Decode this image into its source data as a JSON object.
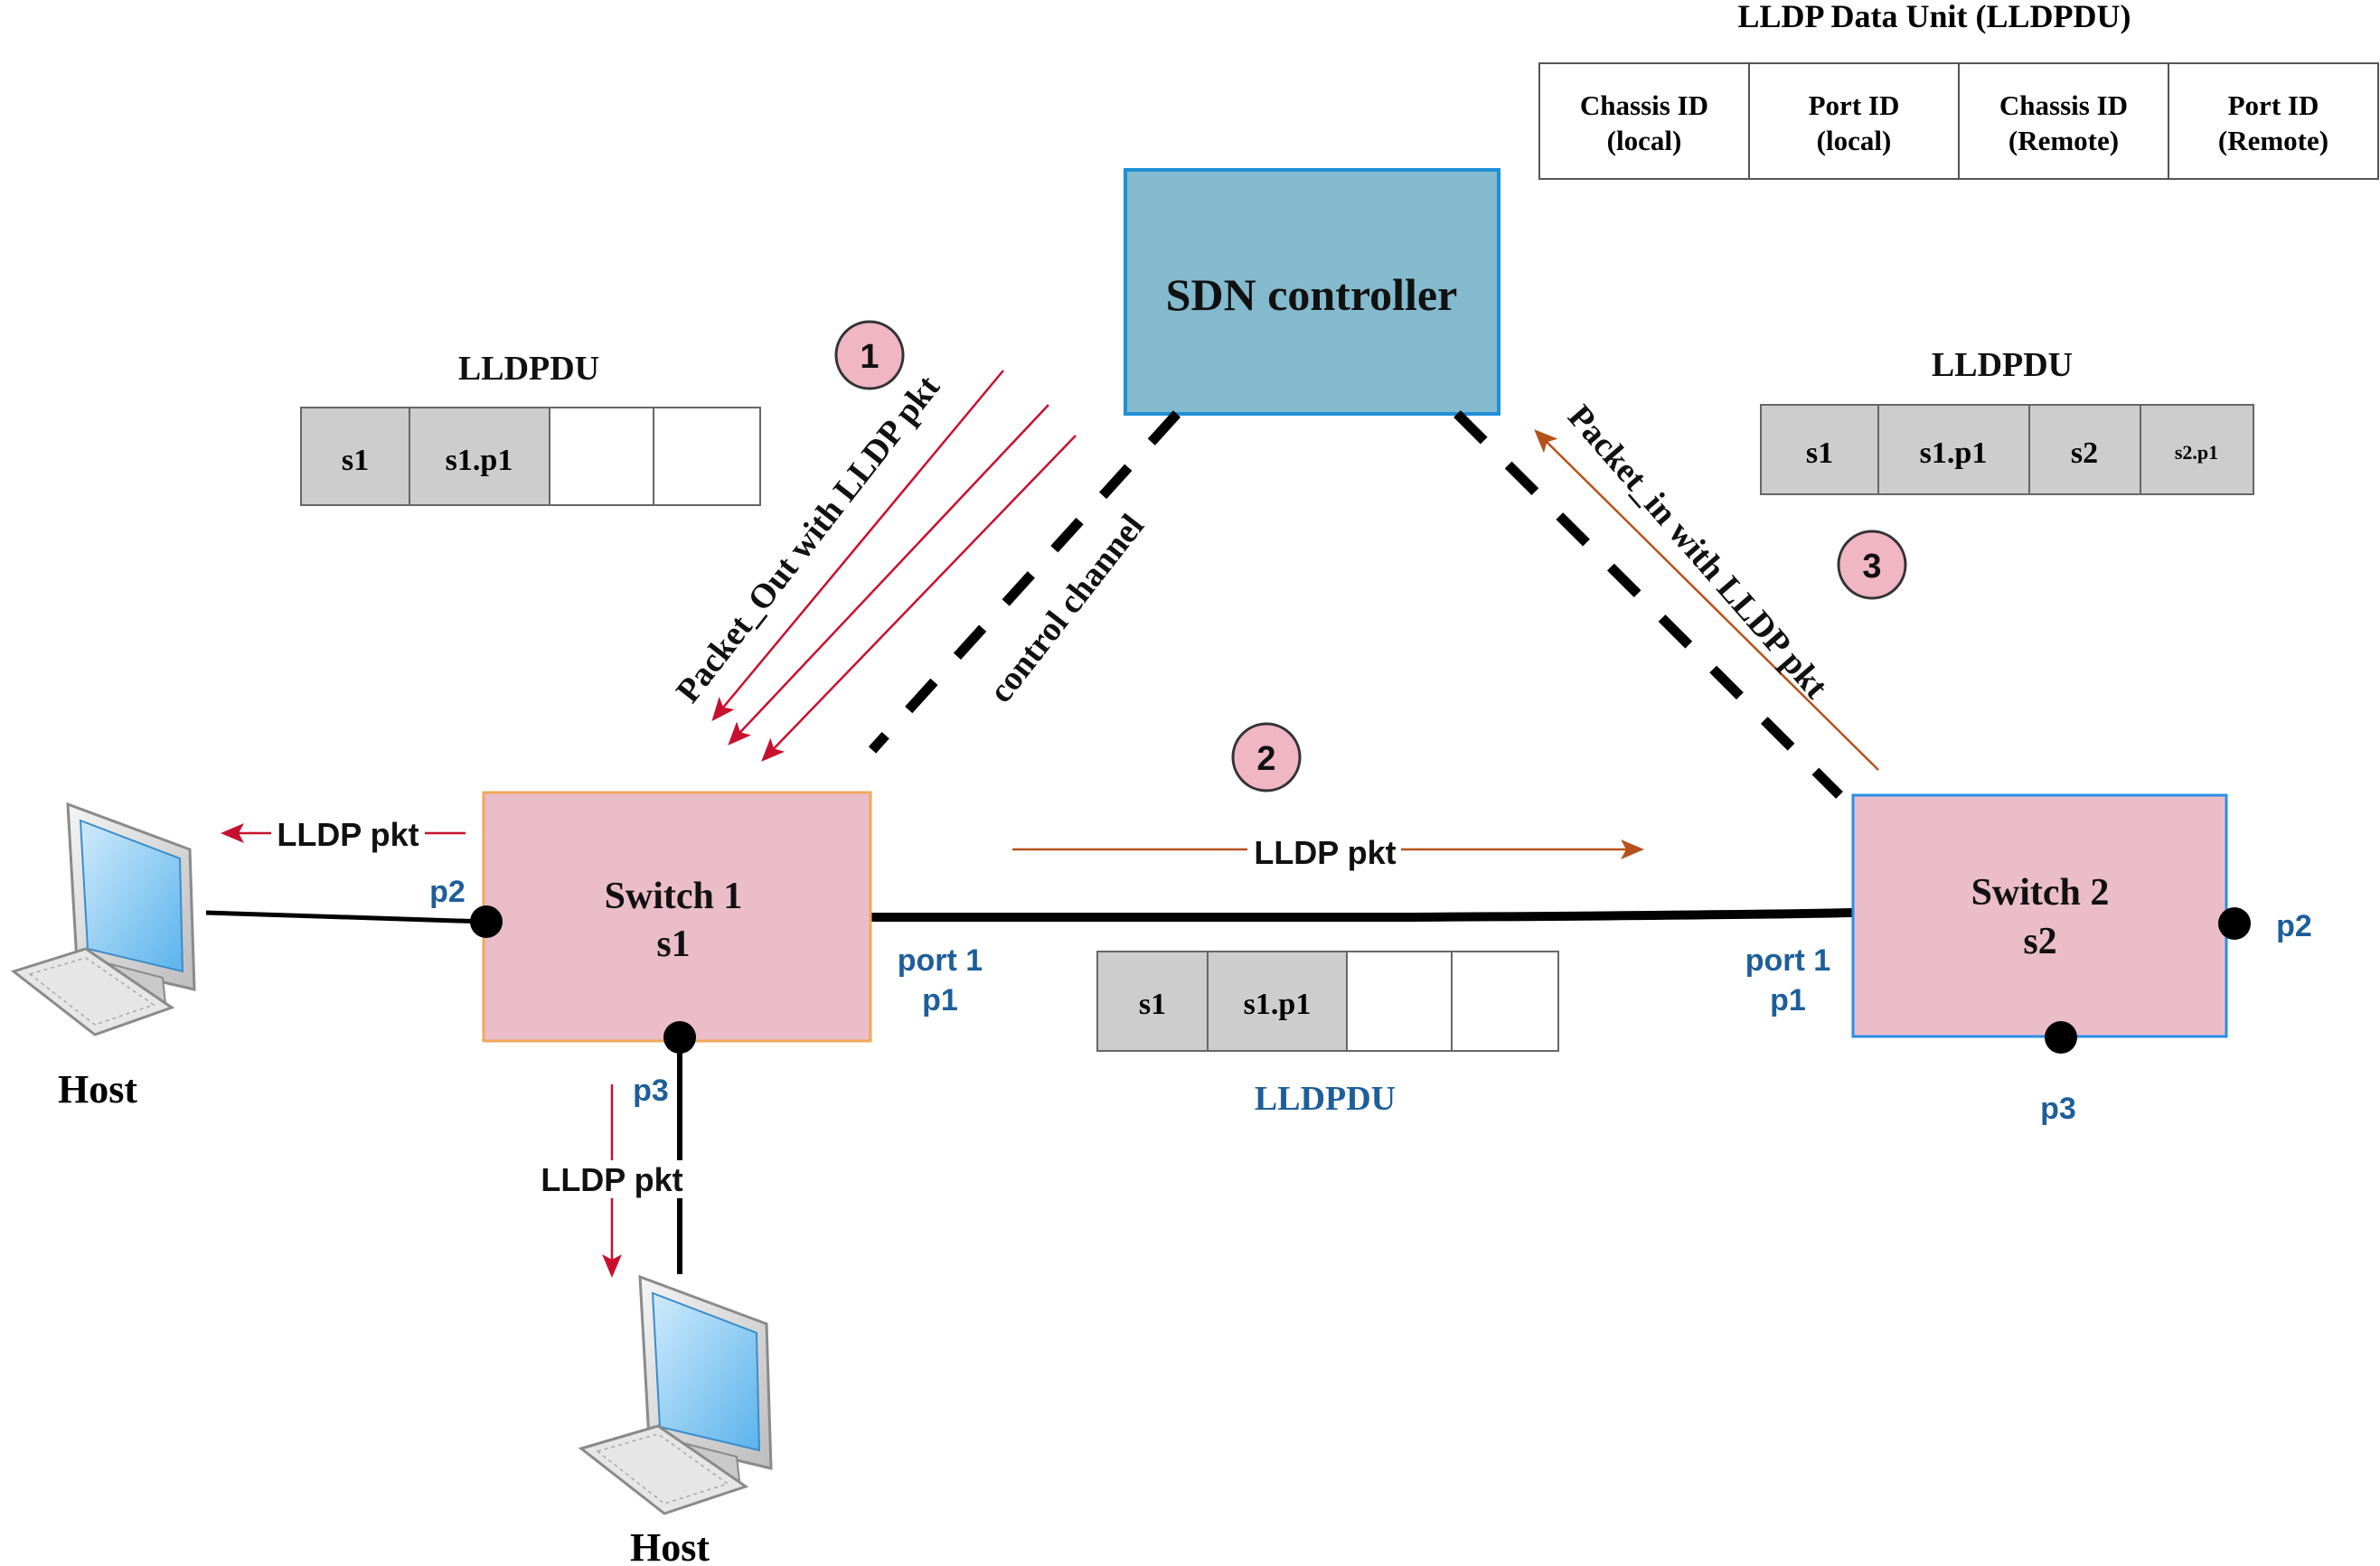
{
  "colors": {
    "controller_fill": "#84BACD",
    "controller_stroke": "#1F8FD6",
    "switch_fill": "#EBBDC9",
    "switch1_stroke": "#F2A85A",
    "switch2_stroke": "#2A8EE6",
    "pdu_filled": "#CDCDCD",
    "pdu_empty": "#FFFFFF",
    "badge_fill": "#F0B6C3",
    "port_label": "#1E5E9A",
    "red_arrow": "#C8102E",
    "brown_arrow": "#B5521B",
    "line": "#000000"
  },
  "header": {
    "title": "LLDP Data Unit (LLDPDU)",
    "fields": [
      {
        "line1": "Chassis ID",
        "line2": "(local)"
      },
      {
        "line1": "Port ID",
        "line2": "(local)"
      },
      {
        "line1": "Chassis ID",
        "line2": "(Remote)"
      },
      {
        "line1": "Port ID",
        "line2": "(Remote)"
      }
    ]
  },
  "controller": {
    "label": "SDN controller"
  },
  "switch1": {
    "line1": "Switch 1",
    "line2": "s1"
  },
  "switch2": {
    "line1": "Switch 2",
    "line2": "s2"
  },
  "steps": {
    "one": "1",
    "two": "2",
    "three": "3"
  },
  "arrows": {
    "packet_out": "Packet_Out with LLDP pkt",
    "control_channel": "control channel",
    "packet_in": "Packet_in with LLDP pkt",
    "lldp_pkt_link": "LLDP pkt",
    "lldp_pkt_host_left": "LLDP pkt",
    "lldp_pkt_host_bottom": "LLDP pkt"
  },
  "pdus": {
    "left": {
      "title": "LLDPDU",
      "cells": [
        "s1",
        "s1.p1",
        "",
        ""
      ]
    },
    "middle": {
      "title": "LLDPDU",
      "cells": [
        "s1",
        "s1.p1",
        "",
        ""
      ]
    },
    "right": {
      "title": "LLDPDU",
      "cells": [
        "s1",
        "s1.p1",
        "s2",
        "s2.p1"
      ]
    }
  },
  "ports": {
    "s1_p2": "p2",
    "s1_port1_line1": "port 1",
    "s1_port1_line2": "p1",
    "s1_p3": "p3",
    "s2_port1_line1": "port 1",
    "s2_port1_line2": "p1",
    "s2_p2": "p2",
    "s2_p3": "p3"
  },
  "hosts": {
    "left": "Host",
    "bottom": "Host"
  }
}
